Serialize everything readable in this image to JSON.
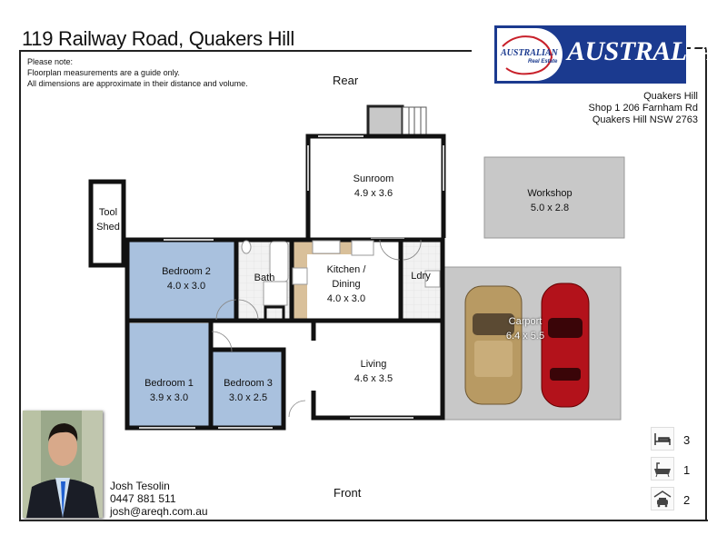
{
  "title": "119 Railway Road, Quakers Hill",
  "note": [
    "Please note:",
    "Floorplan measurements are a guide only.",
    "All dimensions are approximate in their distance and volume."
  ],
  "logo": {
    "badge_text": "AUSTRALIAN",
    "badge_sub": "Real Estate",
    "wordmark": "AUSTRALIAN",
    "color": "#1b3a8f"
  },
  "office": [
    "Quakers Hill",
    "Shop 1 206 Farnham Rd",
    "Quakers Hill NSW 2763"
  ],
  "orientation": {
    "rear": "Rear",
    "front": "Front"
  },
  "rooms": {
    "sunroom": {
      "name": "Sunroom",
      "size": "4.9 x 3.6"
    },
    "workshop": {
      "name": "Workshop",
      "size": "5.0 x 2.8"
    },
    "toolshed": {
      "name1": "Tool",
      "name2": "Shed"
    },
    "bedroom2": {
      "name": "Bedroom 2",
      "size": "4.0 x 3.0"
    },
    "bath": {
      "name": "Bath"
    },
    "kitchen": {
      "name1": "Kitchen /",
      "name2": "Dining",
      "size": "4.0 x 3.0"
    },
    "laundry": {
      "name": "Ldry"
    },
    "carport": {
      "name": "Carport",
      "size": "6.4 x 5.5"
    },
    "bedroom1": {
      "name": "Bedroom 1",
      "size": "3.9 x 3.0"
    },
    "bedroom3": {
      "name": "Bedroom 3",
      "size": "3.0 x 2.5"
    },
    "living": {
      "name": "Living",
      "size": "4.6 x 3.5"
    }
  },
  "colors": {
    "bedroom": "#a9c1de",
    "wet": "#f0f0f0",
    "kitchen_bench": "#d9c09a",
    "outdoor": "#c8c8c8",
    "car_gold": "#b89a63",
    "car_red": "#b3121b"
  },
  "agent": {
    "name": "Josh Tesolin",
    "phone": "0447 881 511",
    "email": "josh@areqh.com.au"
  },
  "stats": [
    {
      "icon": "bed-icon",
      "value": "3"
    },
    {
      "icon": "bath-icon",
      "value": "1"
    },
    {
      "icon": "garage-icon",
      "value": "2"
    }
  ]
}
